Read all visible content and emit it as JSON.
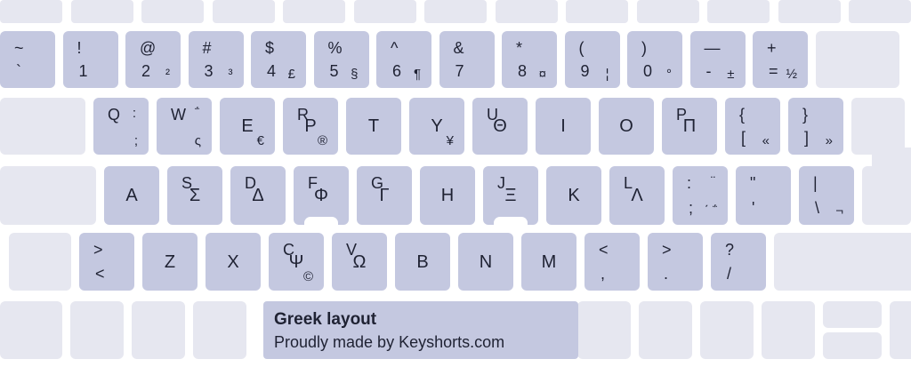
{
  "layout_name": "Greek layout",
  "credit": "Proudly made by Keyshorts.com",
  "colors": {
    "key": "#c4c8e0",
    "modifier": "#e6e7f0",
    "text": "#1f2233"
  },
  "rows": [
    {
      "name": "function-row",
      "keys": [
        {
          "w": 70,
          "light": true
        },
        {
          "w": 70,
          "light": true
        },
        {
          "w": 70,
          "light": true
        },
        {
          "w": 70,
          "light": true
        },
        {
          "w": 70,
          "light": true
        },
        {
          "w": 70,
          "light": true
        },
        {
          "w": 70,
          "light": true
        },
        {
          "w": 70,
          "light": true
        },
        {
          "w": 70,
          "light": true
        },
        {
          "w": 70,
          "light": true
        },
        {
          "w": 70,
          "light": true
        },
        {
          "w": 70,
          "light": true
        },
        {
          "w": 70,
          "light": true
        }
      ]
    },
    {
      "name": "number-row",
      "keys": [
        {
          "tl": "~",
          "bl": "`"
        },
        {
          "tl": "!",
          "bl": "1"
        },
        {
          "tl": "@",
          "bl": "2",
          "br": "²"
        },
        {
          "tl": "#",
          "bl": "3",
          "br": "³"
        },
        {
          "tl": "$",
          "bl": "4",
          "br": "£"
        },
        {
          "tl": "%",
          "bl": "5",
          "br": "§"
        },
        {
          "tl": "^",
          "bl": "6",
          "br": "¶"
        },
        {
          "tl": "&",
          "bl": "7"
        },
        {
          "tl": "*",
          "bl": "8",
          "br": "¤"
        },
        {
          "tl": "(",
          "bl": "9",
          "br": "¦"
        },
        {
          "tl": ")",
          "bl": "0",
          "br": "°"
        },
        {
          "tl": "—",
          "bl": "-",
          "br": "±"
        },
        {
          "tl": "+",
          "bl": "=",
          "br": "½"
        },
        {
          "w": 94,
          "light": true
        }
      ]
    },
    {
      "name": "top-letter-row",
      "keys": [
        {
          "w": 96,
          "light": true
        },
        {
          "tl": "Q",
          "tr": ":",
          "br": ";"
        },
        {
          "tl": "W",
          "tr": "΅",
          "br": "ς"
        },
        {
          "c": "E",
          "br": "€"
        },
        {
          "tl": "R",
          "c": "P",
          "br": "®"
        },
        {
          "c": "T"
        },
        {
          "c": "Y",
          "br": "¥"
        },
        {
          "tl": "U",
          "c": "Θ"
        },
        {
          "c": "I"
        },
        {
          "c": "O"
        },
        {
          "tl": "P",
          "c": "Π"
        },
        {
          "tl": "{",
          "bl": "[",
          "br": "«"
        },
        {
          "tl": "}",
          "bl": "]",
          "br": "»"
        },
        {
          "w": 60,
          "light": true
        }
      ]
    },
    {
      "name": "home-row",
      "keys": [
        {
          "w": 108,
          "light": true
        },
        {
          "c": "A"
        },
        {
          "tl": "S",
          "c": "Σ"
        },
        {
          "tl": "D",
          "c": "Δ"
        },
        {
          "tl": "F",
          "c": "Φ",
          "bump": true
        },
        {
          "tl": "G",
          "c": "Γ"
        },
        {
          "c": "H"
        },
        {
          "tl": "J",
          "c": "Ξ",
          "bump": true
        },
        {
          "c": "K"
        },
        {
          "tl": "L",
          "c": "Λ"
        },
        {
          "tl": ":",
          "tr": "¨",
          "bl": ";",
          "br": "΄ ΅"
        },
        {
          "tl": "\"",
          "bl": "'"
        },
        {
          "tl": "|",
          "bl": "\\",
          "br": "¬"
        },
        {
          "w": 44,
          "light": true
        }
      ]
    },
    {
      "name": "bottom-letter-row",
      "keys": [
        {
          "w": 70,
          "light": true
        },
        {
          "tl": ">",
          "bl": "<"
        },
        {
          "c": "Z"
        },
        {
          "c": "X"
        },
        {
          "tl": "C",
          "c": "Ψ",
          "br": "©"
        },
        {
          "tl": "V",
          "c": "Ω"
        },
        {
          "c": "B"
        },
        {
          "c": "N"
        },
        {
          "c": "M"
        },
        {
          "tl": "<",
          "bl": ","
        },
        {
          "tl": ">",
          "bl": "."
        },
        {
          "tl": "?",
          "bl": "/"
        },
        {
          "w": 160,
          "light": true
        }
      ]
    },
    {
      "name": "modifier-row",
      "keys": [
        {
          "w": 70,
          "light": true
        },
        {
          "w": 60,
          "light": true
        },
        {
          "w": 60,
          "light": true
        },
        {
          "w": 60,
          "light": true
        },
        {
          "w": 354,
          "card": true
        },
        {
          "w": 60,
          "light": true
        },
        {
          "w": 60,
          "light": true
        },
        {
          "w": 60,
          "light": true
        },
        {
          "w": 60,
          "light": true
        },
        {
          "w": 66,
          "arrows": true
        },
        {
          "w": 66,
          "light": true
        }
      ]
    }
  ]
}
